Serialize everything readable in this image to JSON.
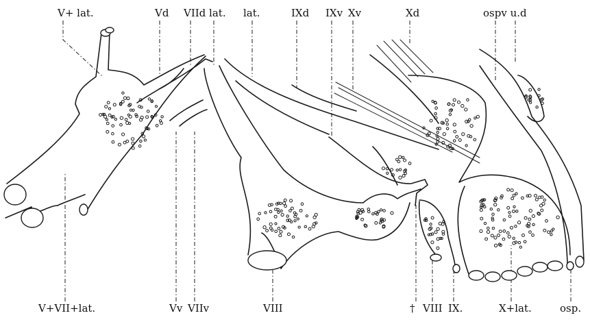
{
  "labels": {
    "top": {
      "v_lat": "V+ lat.",
      "vd": "Vd",
      "viid_lat": "VIId lat.",
      "lat": "lat.",
      "ixd": "IXd",
      "ixv": "IXv",
      "xv": "Xv",
      "xd": "Xd",
      "ospv_ud": "ospv u.d"
    },
    "bottom": {
      "v_vii_lat": "V+VII+lat.",
      "vv": "Vv",
      "viiv": "VIIv",
      "viii": "VIII",
      "dagger": "†",
      "viii_b": "VIII",
      "ix": "IX.",
      "x_lat": "X+lat.",
      "osp": "osp."
    }
  }
}
